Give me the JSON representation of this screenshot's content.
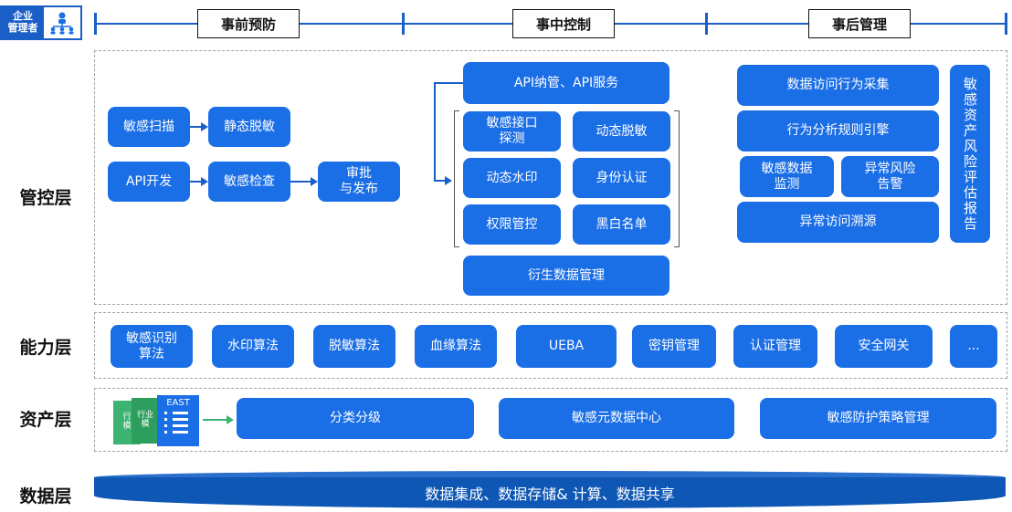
{
  "header": {
    "admin_label_line1": "企业",
    "admin_label_line2": "管理者",
    "phases": [
      "事前预防",
      "事中控制",
      "事后管理"
    ]
  },
  "layers": {
    "control": "管控层",
    "capability": "能力层",
    "asset": "资产层",
    "data": "数据层"
  },
  "control": {
    "pre": {
      "row1": [
        "敏感扫描",
        "静态脱敏"
      ],
      "row2": [
        "API开发",
        "敏感检查",
        "审批\n与发布"
      ]
    },
    "mid": {
      "top": "API纳管、API服务",
      "grid": [
        "敏感接口\n探测",
        "动态脱敏",
        "动态水印",
        "身份认证",
        "权限管控",
        "黑白名单"
      ],
      "bottom": "衍生数据管理"
    },
    "post": {
      "collect": "数据访问行为采集",
      "engine": "行为分析规则引擎",
      "monitor": "敏感数据\n监测",
      "alert": "异常风险\n告警",
      "trace": "异常访问溯源",
      "report": "敏感资产风险评估报告"
    }
  },
  "capability": [
    "敏感识别\n算法",
    "水印算法",
    "脱敏算法",
    "血缘算法",
    "UEBA",
    "密钥管理",
    "认证管理",
    "安全网关",
    "..."
  ],
  "asset": {
    "doc_labels": {
      "green1": "行\n模",
      "green2": "行业\n模",
      "blue_title": "EAST"
    },
    "items": [
      "分类分级",
      "敏感元数据中心",
      "敏感防护策略管理"
    ]
  },
  "data_layer": {
    "bar": "数据集成、数据存储& 计算、数据共享"
  },
  "colors": {
    "primary": "#1a6ee6",
    "bar": "#0f57b5",
    "green": "#3cb371"
  }
}
